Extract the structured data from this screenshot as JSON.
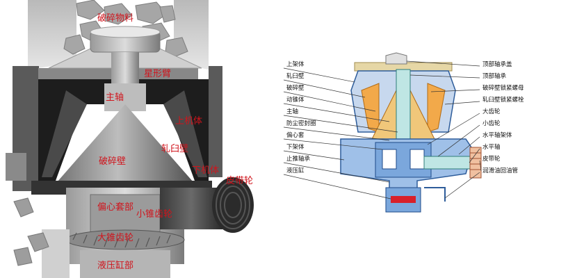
{
  "left_labels": [
    "破碎物料",
    "星形臂",
    "主轴",
    "上机体",
    "轧臼壁",
    "破碎壁",
    "下机体",
    "皮带轮",
    "偏心套部",
    "小锥齿轮",
    "大锥齿轮",
    "液压缸部"
  ],
  "right_labels_left": [
    "上架体",
    "轧臼壁",
    "破碎壁",
    "动锥体",
    "主轴",
    "防尘密封圈",
    "偏心套",
    "下架体",
    "止推轴承",
    "液压缸"
  ],
  "right_labels_right": [
    "顶部轴承盖",
    "顶部轴承",
    "破碎壁锁紧螺母",
    "轧臼壁锁紧螺栓",
    "大齿轮",
    "小齿轮",
    "水平轴架体",
    "水平轴",
    "皮带轮",
    "润滑油回油管"
  ]
}
